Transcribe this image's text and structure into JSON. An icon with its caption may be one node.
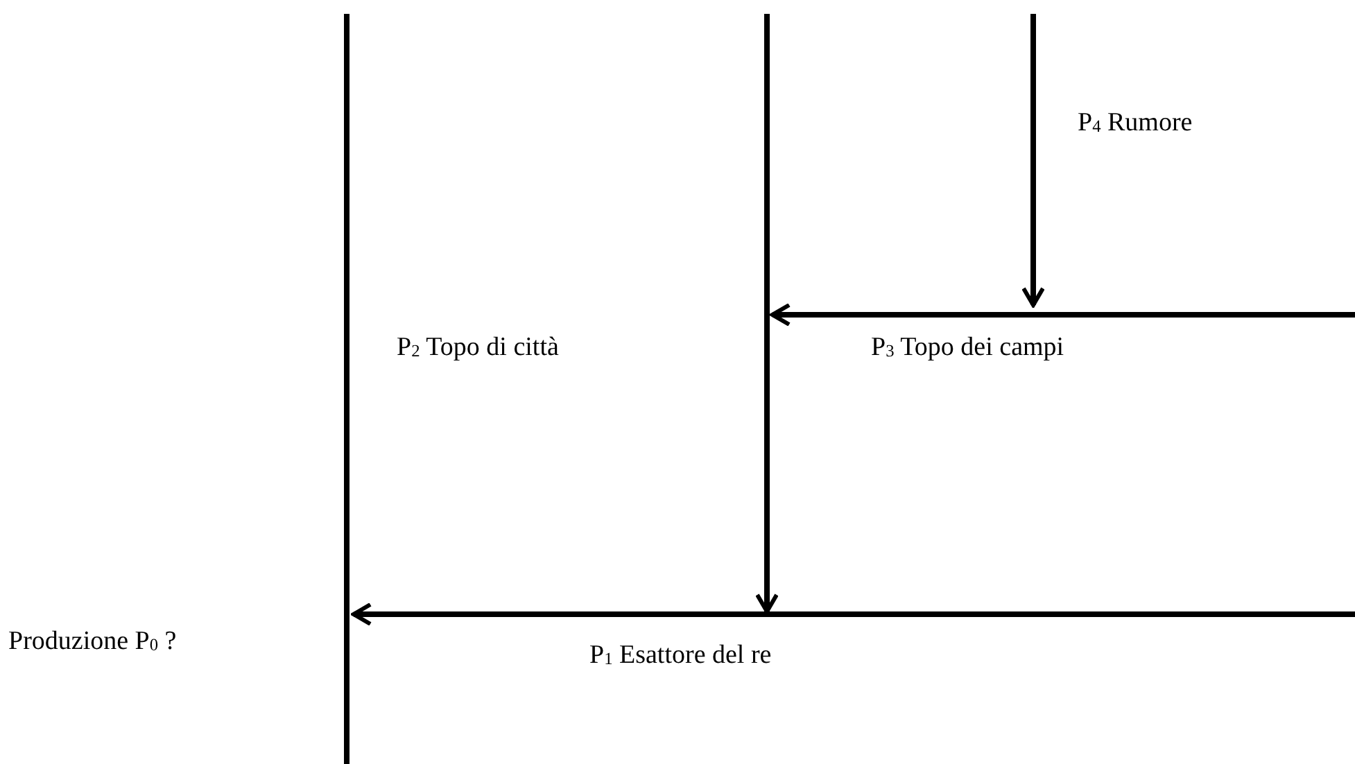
{
  "diagram": {
    "labels": [
      "P$_{4}$ Rumore",
      "P$_{2}$ Topo di città",
      "P$_{3}$ Topo dei campi",
      "Produzione P$_{0}$  ?",
      "P$_{1}$ Esattore del re"
    ]
  }
}
